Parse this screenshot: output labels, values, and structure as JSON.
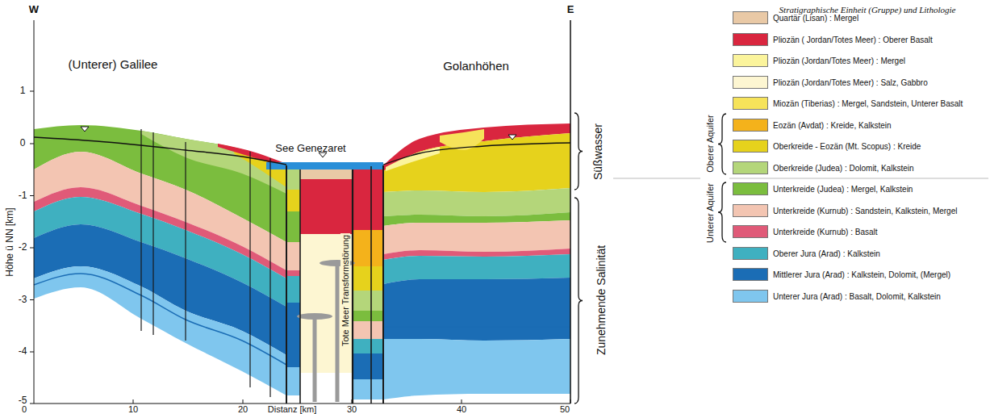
{
  "diagram": {
    "labels": [
      "W",
      "E",
      "(Unterer) Galilee",
      "See Genezaret",
      "Golanhöhen",
      "Tote Meer Transformstörung",
      "Höhe ü NN [km]",
      "1",
      "0",
      "-1",
      "-2",
      "-3",
      "-4",
      "-5",
      "0",
      "10",
      "20",
      "Distanz [km]",
      "30",
      "40",
      "50",
      "Süßwasser",
      "Zunehmende Salinität",
      "Stratigraphische Einheit (Gruppe) und Lithologie",
      "Oberer Aquifer",
      "Unterer Aquifer"
    ],
    "legend": [
      {
        "text": "Quartär (Lisan) : Mergel",
        "color": "#e9c9a6"
      },
      {
        "text": "Pliozän ( Jordan/Totes Meer) : Oberer Basalt",
        "color": "#d9263f"
      },
      {
        "text": "Pliozän (Jordan/Totes Meer) : Mergel",
        "color": "#fbf49c"
      },
      {
        "text": "Pliozän (Jordan/Totes Meer) : Salz, Gabbro",
        "color": "#fdf6d2"
      },
      {
        "text": "Miozän (Tiberias) : Mergel, Sandstein, Unterer Basalt",
        "color": "#f6e35a"
      },
      {
        "text": "Eozän (Avdat) : Kreide, Kalkstein",
        "color": "#f4b21b"
      },
      {
        "text": "Oberkreide - Eozän (Mt. Scopus) : Kreide",
        "color": "#e6d21c"
      },
      {
        "text": "Oberkreide (Judea) : Dolomit, Kalkstein",
        "color": "#b4d67a"
      },
      {
        "text": "Unterkreide (Judea) : Mergel, Kalkstein",
        "color": "#7bbd3e"
      },
      {
        "text": "Unterkreide (Kurnub) : Sandstein, Kalkstein, Mergel",
        "color": "#f3c5b2"
      },
      {
        "text": "Unterkreide (Kurnub) : Basalt",
        "color": "#e05a78"
      },
      {
        "text": "Oberer Jura (Arad) : Kalkstein",
        "color": "#3fb0c0"
      },
      {
        "text": "Mittlerer Jura (Arad) : Kalkstein, Dolomit, (Mergel)",
        "color": "#1b6db5"
      },
      {
        "text": "Unterer Jura (Arad) : Basalt, Dolomit, Kalkstein",
        "color": "#7fc6ee"
      }
    ]
  }
}
